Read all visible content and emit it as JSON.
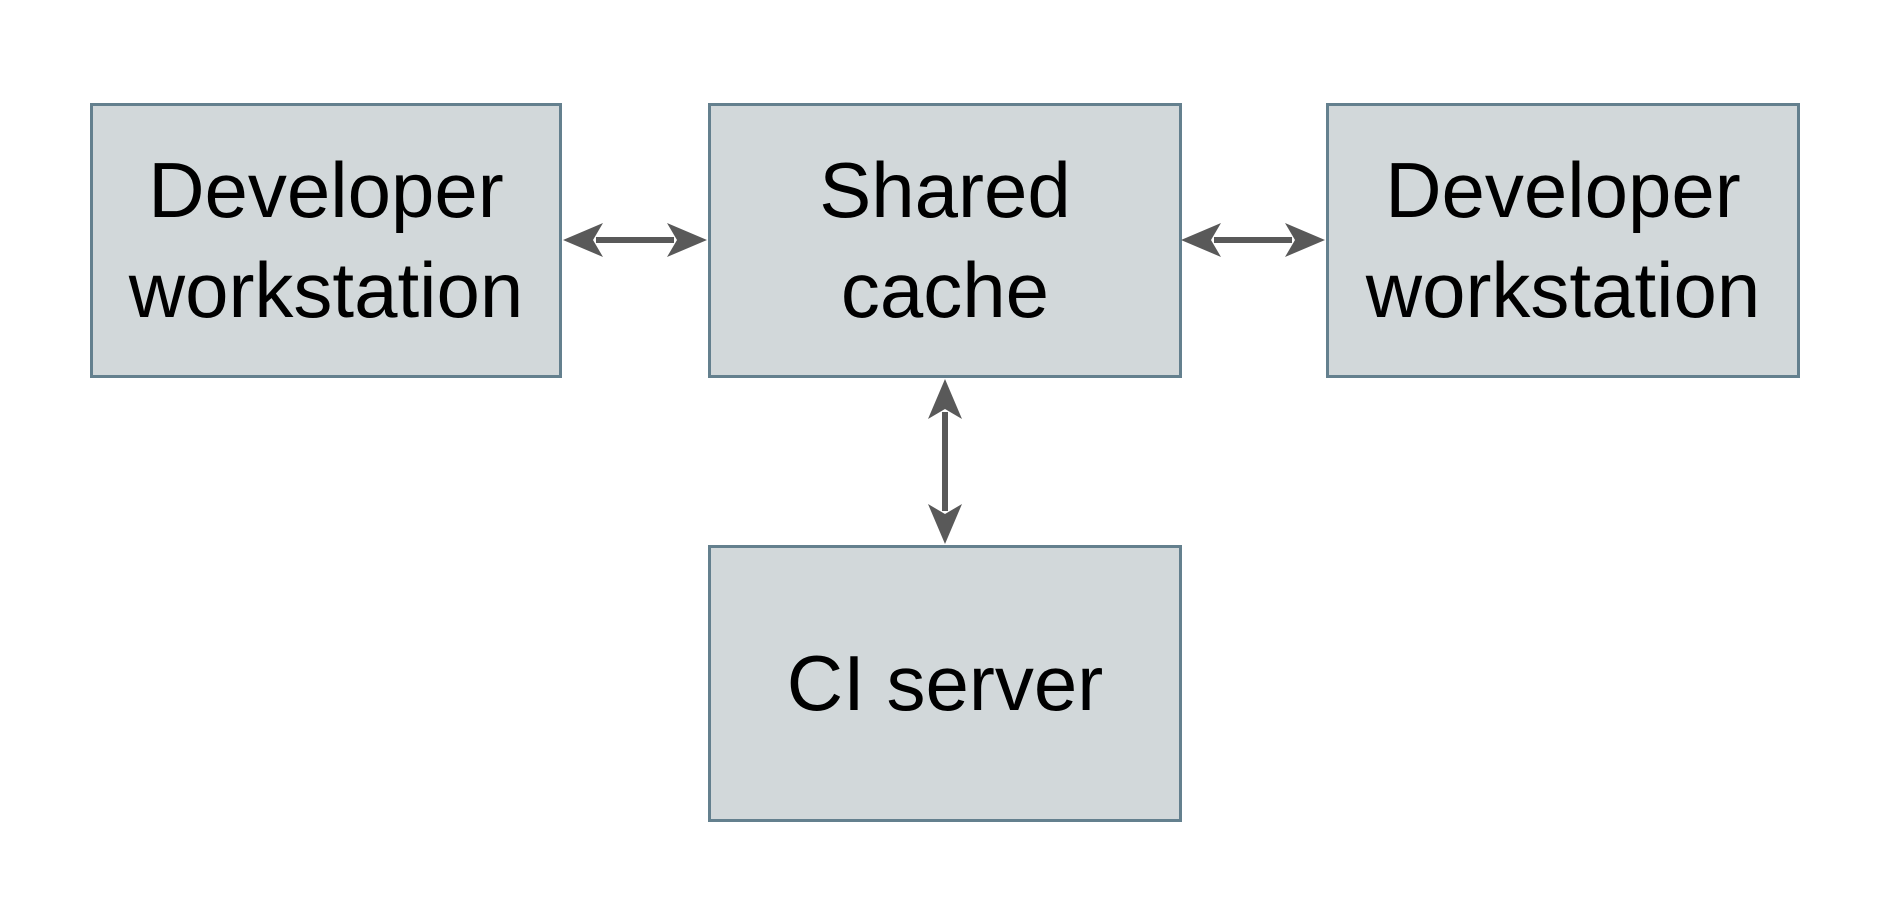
{
  "diagram": {
    "nodes": [
      {
        "id": "developer-workstation-left",
        "label": "Developer\nworkstation"
      },
      {
        "id": "shared-cache",
        "label": "Shared\ncache"
      },
      {
        "id": "developer-workstation-right",
        "label": "Developer\nworkstation"
      },
      {
        "id": "ci-server",
        "label": "CI server"
      }
    ],
    "edges": [
      {
        "from": "developer-workstation-left",
        "to": "shared-cache",
        "type": "bidirectional",
        "direction": "horizontal"
      },
      {
        "from": "shared-cache",
        "to": "developer-workstation-right",
        "type": "bidirectional",
        "direction": "horizontal"
      },
      {
        "from": "shared-cache",
        "to": "ci-server",
        "type": "bidirectional",
        "direction": "vertical"
      }
    ],
    "colors": {
      "background": "#ffffff",
      "node-fill": "#d2d8da",
      "node-border": "#64808e",
      "arrow": "#595959",
      "text": "#000000"
    }
  }
}
